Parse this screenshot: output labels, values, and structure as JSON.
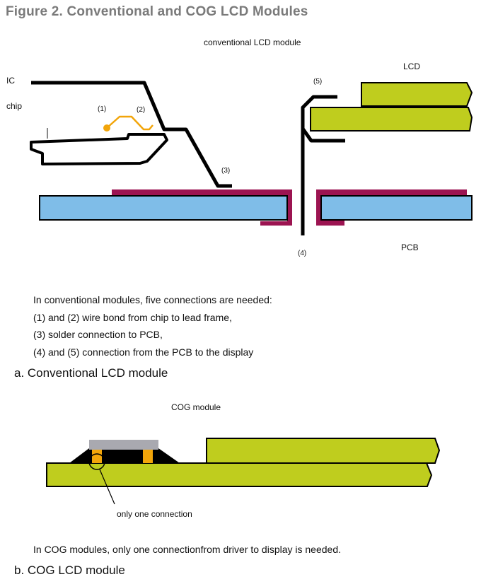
{
  "figure_title": "Figure 2. Conventional and COG LCD Modules",
  "conventional": {
    "heading": "conventional LCD module",
    "ic_label_line1": "IC",
    "ic_label_line2": "chip",
    "lcd_label": "LCD",
    "pcb_label": "PCB",
    "connection_labels": [
      "(1)",
      "(2)",
      "(3)",
      "(4)",
      "(5)"
    ],
    "description": [
      "In conventional modules, five connections are needed:",
      "(1) and (2) wire bond from chip to lead frame,",
      "(3) solder connection to PCB,",
      "(4) and (5) connection from the PCB to the display"
    ],
    "caption": "a.  Conventional LCD module"
  },
  "cog": {
    "heading": "COG module",
    "callout": "only one connection",
    "description": "In COG modules, only one connectionfrom driver to display is needed.",
    "caption": "b.  COG LCD module"
  },
  "colors": {
    "lcd_glass": "#bfcd1e",
    "pcb": "#7fbde8",
    "lead": "#9c1451",
    "wire": "#f2a50a",
    "chip_top": "#a9a9b0",
    "outline": "#000000"
  }
}
